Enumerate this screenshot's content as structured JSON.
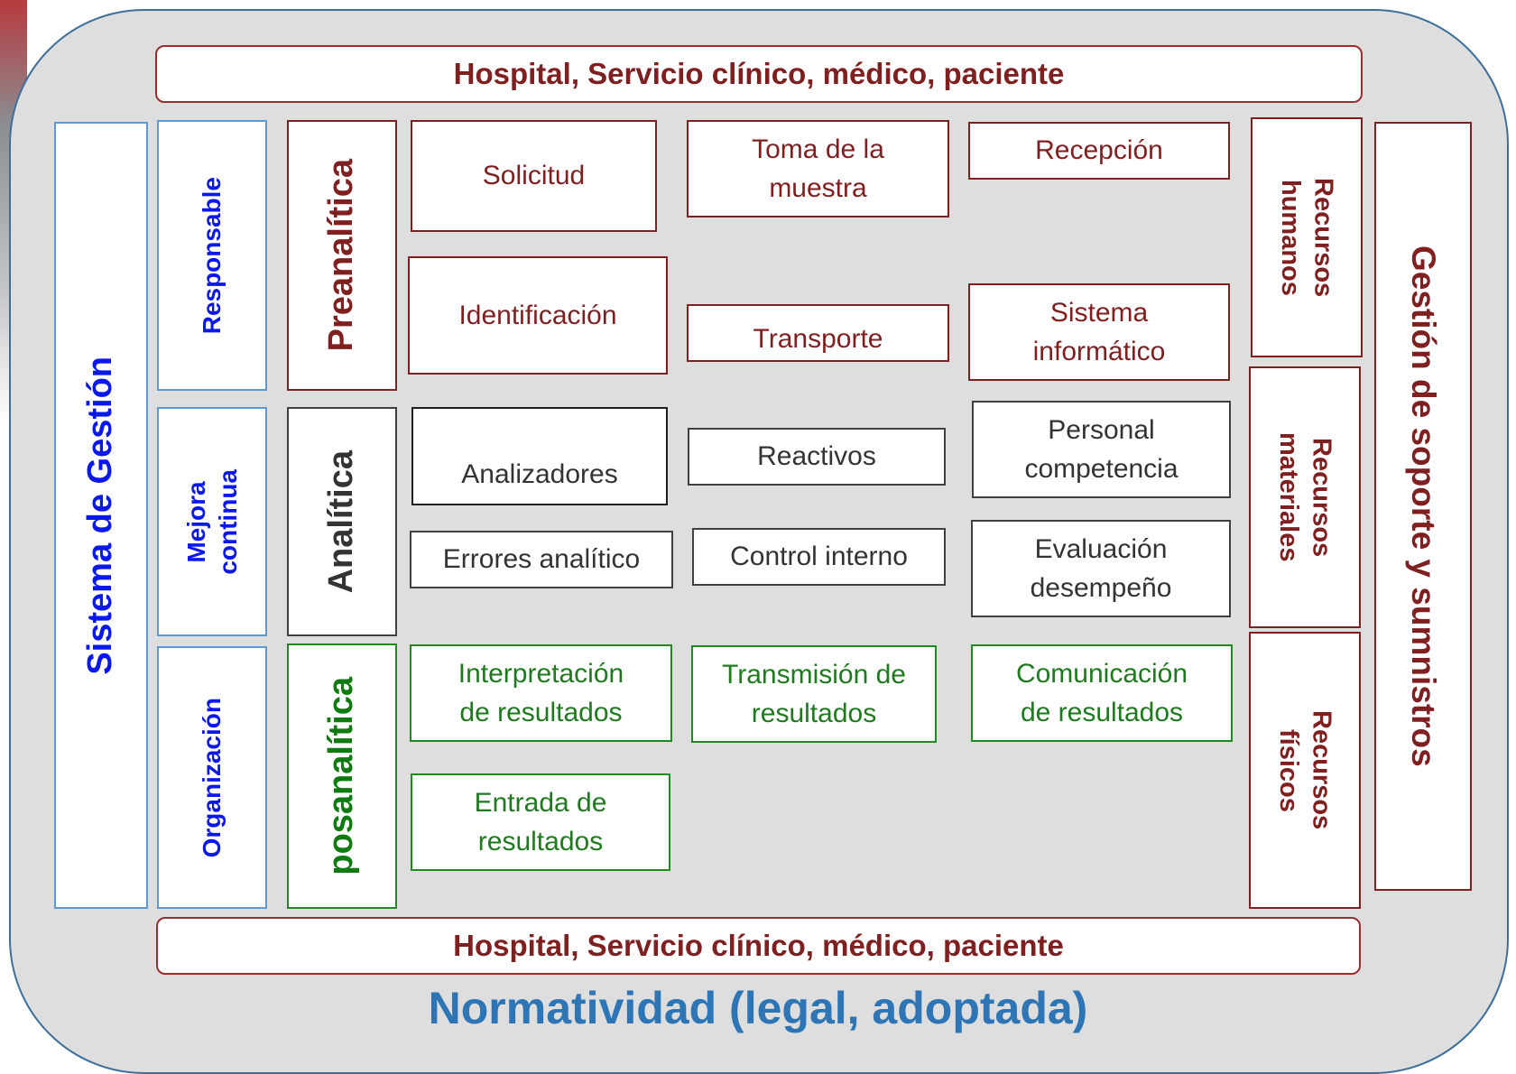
{
  "context": {
    "top_banner": "Hospital, Servicio clínico, médico, paciente",
    "bottom_banner": "Hospital, Servicio clínico, médico, paciente",
    "footer": "Normatividad (legal, adoptada)"
  },
  "management": {
    "system_label": "Sistema de Gestión",
    "responsible": "Responsable",
    "improvement_line1": "Mejora",
    "improvement_line2": "continua",
    "organization": "Organización"
  },
  "phases": {
    "preanalytic": "Preanalítica",
    "analytic": "Analítica",
    "postanalytic": "posanalítica"
  },
  "preanalytic_items": {
    "solicitud": "Solicitud",
    "toma_line1": "Toma de la",
    "toma_line2": "muestra",
    "recepcion": "Recepción",
    "identificacion": "Identificación",
    "transporte": "Transporte",
    "sistema_line1": "Sistema",
    "sistema_line2": "informático"
  },
  "analytic_items": {
    "analizadores": "Analizadores",
    "reactivos": "Reactivos",
    "personal_line1": "Personal",
    "personal_line2": "competencia",
    "errores": "Errores analítico",
    "control": "Control interno",
    "evaluacion_line1": "Evaluación",
    "evaluacion_line2": "desempeño"
  },
  "postanalytic_items": {
    "interpretacion_line1": "Interpretación",
    "interpretacion_line2": "de resultados",
    "transmision_line1": "Transmisión de",
    "transmision_line2": "resultados",
    "comunicacion_line1": "Comunicación",
    "comunicacion_line2": "de resultados",
    "entrada_line1": "Entrada de",
    "entrada_line2": "resultados"
  },
  "resources": {
    "humanos_line1": "Recursos",
    "humanos_line2": "humanos",
    "materiales_line1": "Recursos",
    "materiales_line2": "materiales",
    "fisicos_line1": "Recursos",
    "fisicos_line2": "físicos",
    "support_label": "Gestión de soporte y sumnistros"
  },
  "colors": {
    "frame_border": "#3e6f9c",
    "frame_fill": "#dedede",
    "brown": "#7f1f1f",
    "blue_text": "#0a18ee",
    "green": "#1f8a1f",
    "footer_blue": "#2e75b6"
  }
}
